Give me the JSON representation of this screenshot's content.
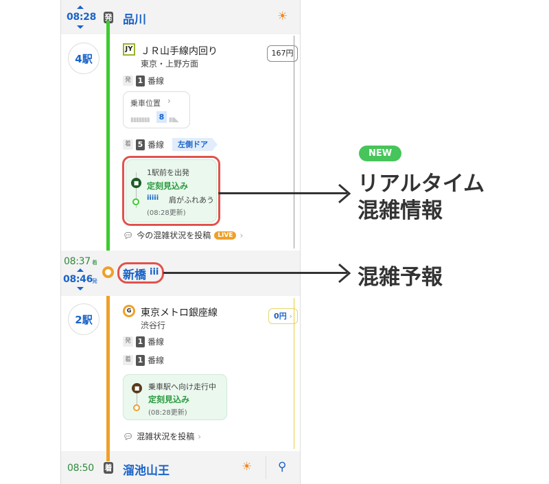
{
  "departure": {
    "time": "08:28",
    "badge": "発",
    "station": "品川"
  },
  "segment1": {
    "stops": "4駅",
    "line_badge": "JY",
    "line_name": "ＪＲ山手線内回り",
    "direction": "東京・上野方面",
    "fare": "167円",
    "dep_platform": {
      "kind": "発",
      "number": "1",
      "label": "番線"
    },
    "boarding": {
      "label": "乗車位置",
      "car": "8"
    },
    "arr_platform": {
      "kind": "着",
      "number": "5",
      "label": "番線"
    },
    "door": "左側ドア",
    "realtime": {
      "status": "1駅前を出発",
      "schedule": "定刻見込み",
      "crowd_icon": "iiiii",
      "crowd": "肩がふれあう",
      "updated": "(08:28更新)"
    },
    "post": {
      "label": "今の混雑状況を投稿",
      "live": "LIVE"
    }
  },
  "transfer": {
    "arr_time": "08:37",
    "arr_badge": "着",
    "dep_time": "08:46",
    "dep_badge": "発",
    "station": "新橋",
    "crowd_icon": "iii"
  },
  "segment2": {
    "stops": "2駅",
    "line_badge": "G",
    "line_name": "東京メトロ銀座線",
    "direction": "渋谷行",
    "fare": "0円",
    "dep_platform": {
      "kind": "発",
      "number": "1",
      "label": "番線"
    },
    "arr_platform": {
      "kind": "着",
      "number": "1",
      "label": "番線"
    },
    "realtime": {
      "status": "乗車駅へ向け走行中",
      "schedule": "定刻見込み",
      "updated": "(08:28更新)"
    },
    "post": {
      "label": "混雑状況を投稿"
    }
  },
  "arrival": {
    "time": "08:50",
    "badge": "着",
    "station": "溜池山王"
  },
  "annotations": {
    "new": "NEW",
    "realtime_line1": "リアルタイム",
    "realtime_line2": "混雑情報",
    "forecast": "混雑予報"
  },
  "colors": {
    "jy_line": "#3ccc2e",
    "ginza_line": "#f0a028",
    "highlight": "#e0524c",
    "new_badge": "#46c55a"
  }
}
